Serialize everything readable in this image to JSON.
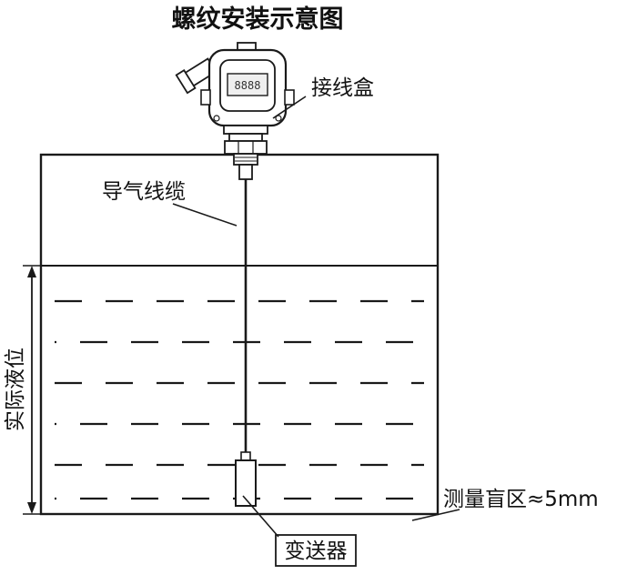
{
  "title": "螺纹安装示意图",
  "labels": {
    "junction_box": "接线盒",
    "air_cable": "导气线缆",
    "actual_level": "实际液位",
    "blind_zone": "测量盲区≈5mm",
    "transmitter": "变送器"
  },
  "display": {
    "digits": "8888"
  },
  "colors": {
    "line": "#1a1a1a",
    "background": "#ffffff"
  }
}
